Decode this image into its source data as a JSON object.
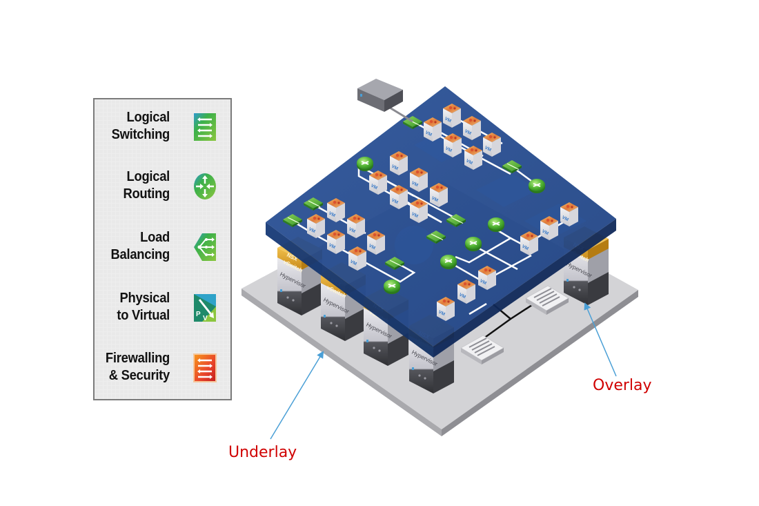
{
  "legend": {
    "items": [
      {
        "line1": "Logical",
        "line2": "Switching",
        "icon": "logical-switch-icon"
      },
      {
        "line1": "Logical",
        "line2": "Routing",
        "icon": "logical-router-icon"
      },
      {
        "line1": "Load",
        "line2": "Balancing",
        "icon": "load-balancer-icon"
      },
      {
        "line1": "Physical",
        "line2": "to Virtual",
        "icon": "physical-to-virtual-icon"
      },
      {
        "line1": "Firewalling",
        "line2": "& Security",
        "icon": "firewall-icon"
      }
    ]
  },
  "diagram": {
    "vm_label": "VM",
    "vswitch_line1": "NSX",
    "vswitch_line2": "vSwitch",
    "hypervisor_label": "Hypervisor",
    "colors": {
      "overlay_plane": "#1f4a8f",
      "underlay_plane": "#d4d4d6",
      "vswitch": "#e0a92e",
      "green_component": "#5cb33b",
      "callout_text": "#d00000",
      "callout_arrow": "#4a9fd6"
    }
  },
  "callouts": {
    "overlay": "Overlay",
    "underlay": "Underlay"
  }
}
